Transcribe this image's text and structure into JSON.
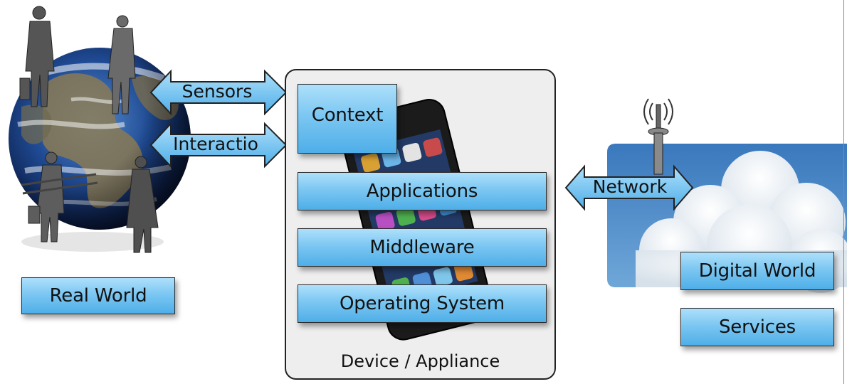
{
  "real_world": {
    "label": "Real World"
  },
  "arrows": {
    "sensors": "Sensors",
    "interaction": "Interactio",
    "network": "Network"
  },
  "device": {
    "label": "Device / Appliance",
    "layers": {
      "context": "Context",
      "applications": "Applications",
      "middleware": "Middleware",
      "os": "Operating System"
    }
  },
  "digital_world": {
    "label": "Digital World",
    "services": "Services"
  },
  "colors": {
    "box_top": "#aee0fb",
    "box_bottom": "#4eaee8",
    "sky": "#4a8cc8",
    "earth_ocean": "#1d3f82"
  },
  "icons": [
    "globe-illustration",
    "people-silhouettes",
    "smartphone-illustration",
    "antenna-icon",
    "cloud-illustration"
  ]
}
